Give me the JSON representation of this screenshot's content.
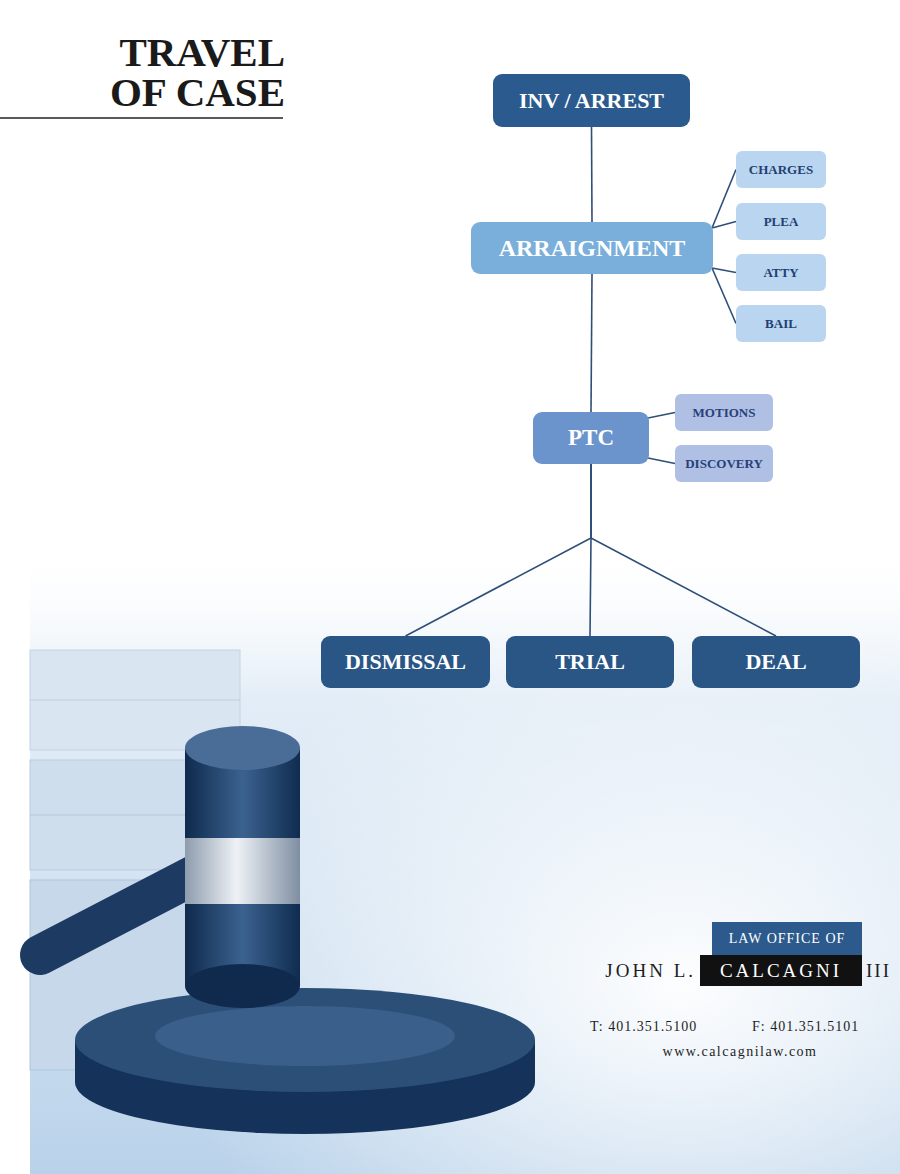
{
  "diagram": {
    "title": "TRAVEL OF CASE",
    "nodes": [
      {
        "text": [
          "INV / ARREST"
        ]
      },
      {
        "text": [
          "ARRAIGNMENT"
        ]
      },
      {
        "text": [
          "CHARGES"
        ]
      },
      {
        "text": [
          "PLEA"
        ]
      },
      {
        "text": [
          "ATTY"
        ]
      },
      {
        "text": [
          "BAIL"
        ]
      },
      {
        "text": [
          "PTC"
        ]
      },
      {
        "text": [
          "MOTIONS"
        ]
      },
      {
        "text": [
          "DISCOVERY"
        ]
      },
      {
        "text": [
          "DISMISSAL"
        ]
      },
      {
        "text": [
          "TRIAL"
        ]
      },
      {
        "text": [
          "DEAL"
        ]
      }
    ],
    "edges": [
      {
        "from": 0,
        "to": 1,
        "arrow": "none"
      },
      {
        "from": 1,
        "to": 2,
        "arrow": "none"
      },
      {
        "from": 1,
        "to": 3,
        "arrow": "none"
      },
      {
        "from": 1,
        "to": 4,
        "arrow": "none"
      },
      {
        "from": 1,
        "to": 5,
        "arrow": "none"
      },
      {
        "from": 1,
        "to": 6,
        "arrow": "none"
      },
      {
        "from": 6,
        "to": 7,
        "arrow": "none"
      },
      {
        "from": 6,
        "to": 8,
        "arrow": "none"
      },
      {
        "from": 6,
        "to": 9,
        "arrow": "none"
      },
      {
        "from": 6,
        "to": 10,
        "arrow": "none"
      },
      {
        "from": 6,
        "to": 11,
        "arrow": "none"
      }
    ],
    "labels": [
      "LAW OFFICE OF",
      "JOHN L.",
      "CALCAGNI",
      "III",
      "T: 401.351.5100",
      "F: 401.351.5101",
      "www.calcagnilaw.com"
    ]
  }
}
